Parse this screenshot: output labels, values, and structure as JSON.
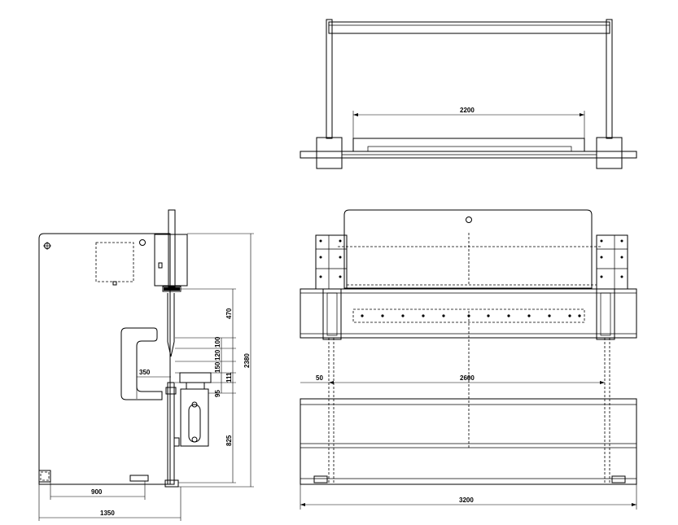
{
  "dimensions": {
    "top_width": "2200",
    "side_470": "470",
    "side_100": "100",
    "side_120": "120",
    "side_150": "150",
    "side_111": "111",
    "side_95": "95",
    "side_825": "825",
    "side_height": "2380",
    "side_350": "350",
    "side_900": "900",
    "side_1350": "1350",
    "front_50": "50",
    "front_2600": "2600",
    "front_3200": "3200"
  }
}
